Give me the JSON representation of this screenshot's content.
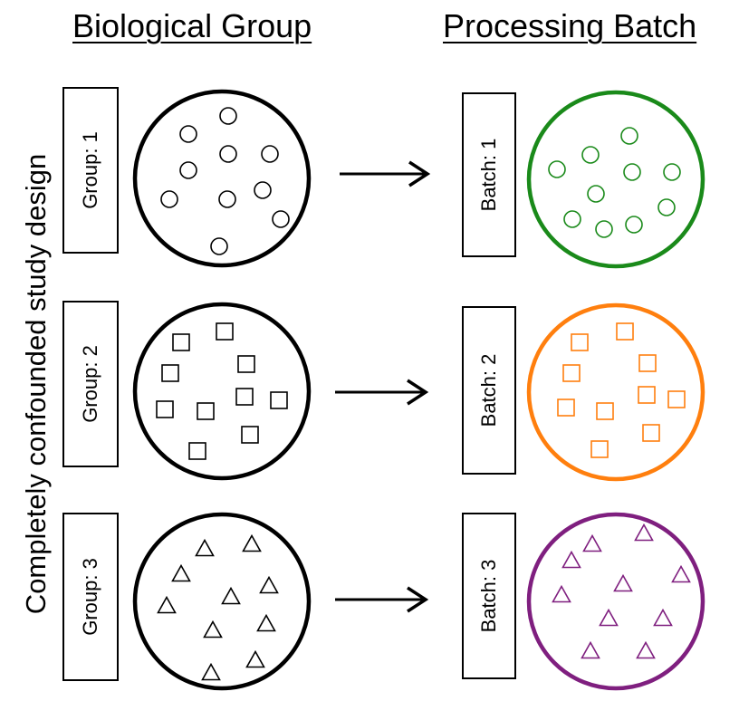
{
  "headings": {
    "biological_group": "Biological Group",
    "processing_batch": "Processing Batch"
  },
  "side_label": "Completely confounded study design",
  "rows": [
    {
      "group_label": "Group: 1",
      "batch_label": "Batch: 1",
      "shape": "circle",
      "batch_color": "#1a8a1a"
    },
    {
      "group_label": "Group: 2",
      "batch_label": "Batch: 2",
      "shape": "square",
      "batch_color": "#ff7f0e"
    },
    {
      "group_label": "Group: 3",
      "batch_label": "Batch: 3",
      "shape": "triangle",
      "batch_color": "#7f1f7f"
    }
  ],
  "colors": {
    "group_stroke": "#000000",
    "arrow": "#000000"
  }
}
